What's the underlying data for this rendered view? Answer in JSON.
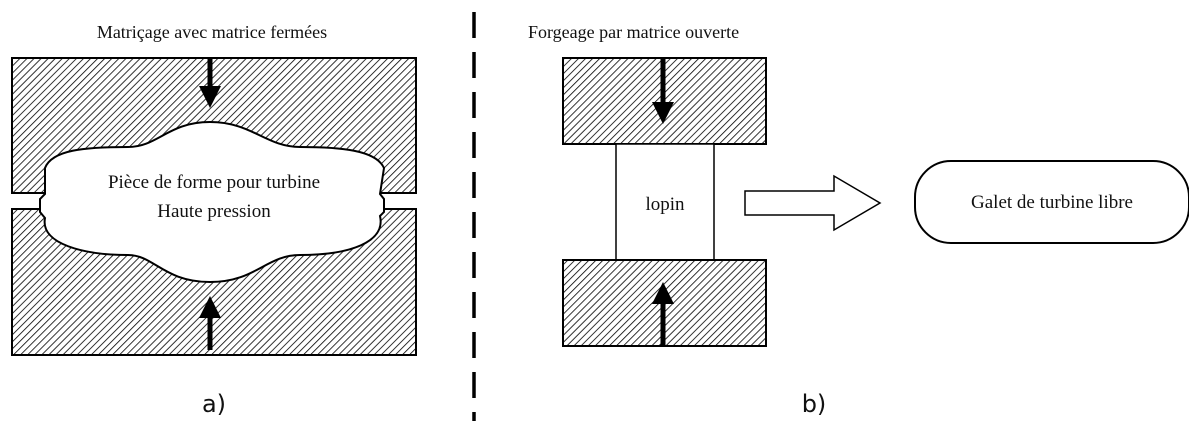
{
  "panel_a": {
    "title": "Matriçage avec matrice fermées",
    "part_label_line1": "Pièce de forme pour turbine",
    "part_label_line2": "Haute pression",
    "caption": "a)"
  },
  "panel_b": {
    "title": "Forgeage par matrice ouverte",
    "billet_label": "lopin",
    "result_label": "Galet de turbine libre",
    "caption": "b)"
  }
}
